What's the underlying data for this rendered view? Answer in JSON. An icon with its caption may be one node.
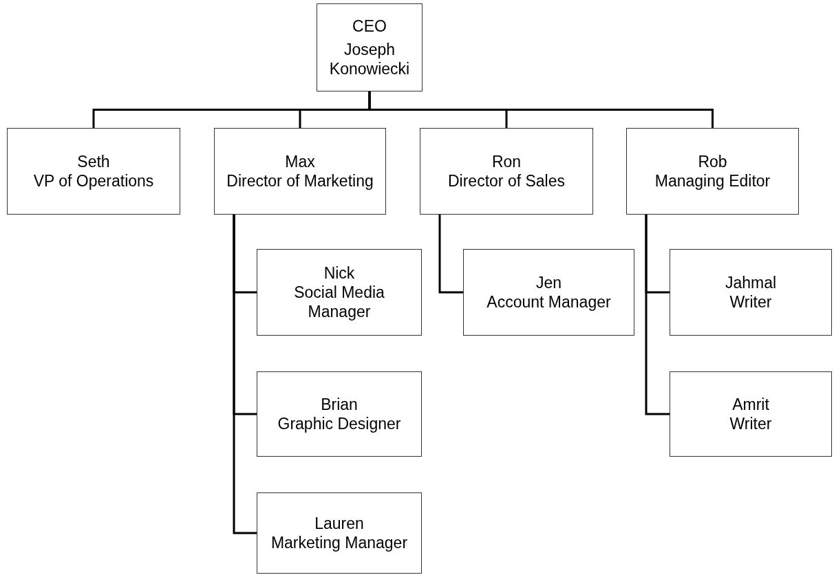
{
  "diagram": {
    "nodes": [
      {
        "text": [
          "CEO",
          "Joseph Konowiecki"
        ]
      },
      {
        "text": [
          "Seth",
          "VP of Operations"
        ]
      },
      {
        "text": [
          "Max",
          "Director of Marketing"
        ]
      },
      {
        "text": [
          "Ron",
          "Director of Sales"
        ]
      },
      {
        "text": [
          "Rob",
          "Managing Editor"
        ]
      },
      {
        "text": [
          "Nick",
          "Social Media Manager"
        ]
      },
      {
        "text": [
          "Jen",
          "Account Manager"
        ]
      },
      {
        "text": [
          "Jahmal",
          "Writer"
        ]
      },
      {
        "text": [
          "Brian",
          "Graphic Designer"
        ]
      },
      {
        "text": [
          "Amrit",
          "Writer"
        ]
      },
      {
        "text": [
          "Lauren",
          "Marketing Manager"
        ]
      }
    ],
    "edges": [
      {
        "from": 0,
        "to": 1,
        "arrow": "none"
      },
      {
        "from": 0,
        "to": 2,
        "arrow": "none"
      },
      {
        "from": 0,
        "to": 3,
        "arrow": "none"
      },
      {
        "from": 0,
        "to": 4,
        "arrow": "none"
      },
      {
        "from": 2,
        "to": 5,
        "arrow": "none"
      },
      {
        "from": 2,
        "to": 8,
        "arrow": "none"
      },
      {
        "from": 2,
        "to": 10,
        "arrow": "none"
      },
      {
        "from": 3,
        "to": 6,
        "arrow": "none"
      },
      {
        "from": 4,
        "to": 7,
        "arrow": "none"
      },
      {
        "from": 4,
        "to": 9,
        "arrow": "none"
      }
    ]
  }
}
